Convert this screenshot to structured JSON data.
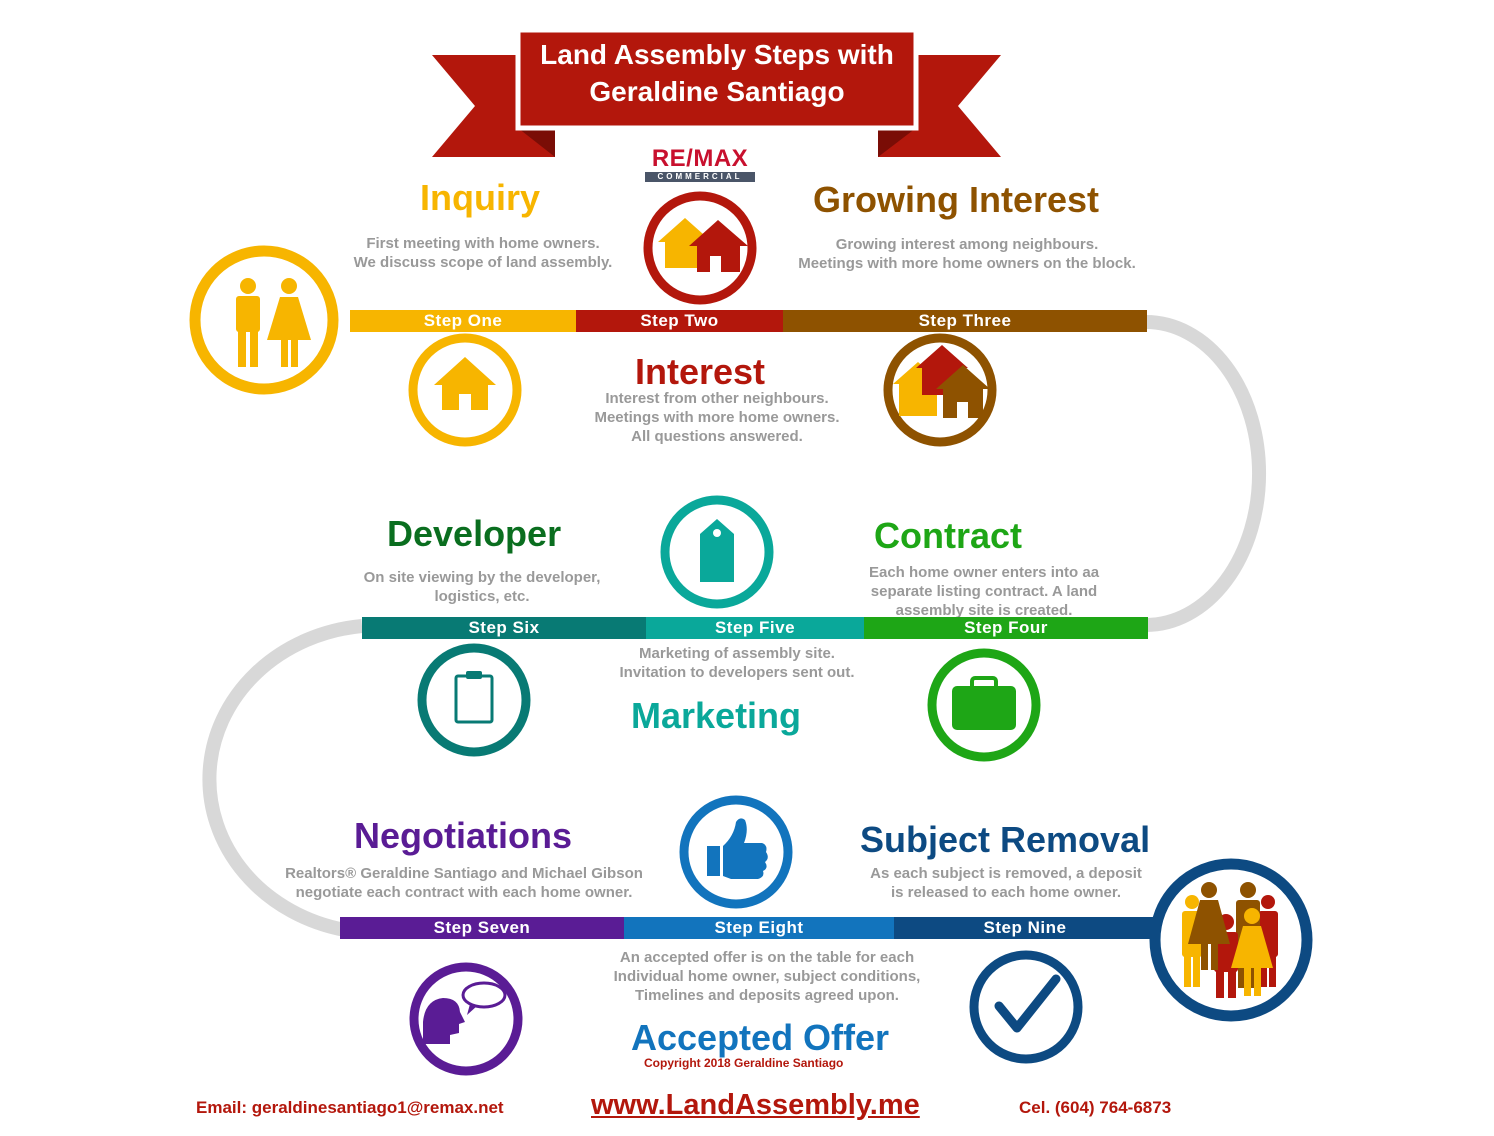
{
  "title": "Land Assembly Steps with Geraldine Santiago",
  "logo": {
    "main": "RE/MAX",
    "sub": "COMMERCIAL"
  },
  "steps": [
    {
      "num_label": "Step One",
      "title": "Inquiry",
      "lines": [
        "First meeting with home owners.",
        "We discuss scope of land assembly."
      ],
      "icon": "couple-icon",
      "color": "#f7b500"
    },
    {
      "num_label": "Step Two",
      "title": "Interest",
      "lines": [
        "Interest from other neighbours.",
        "Meetings with more home owners.",
        "All questions answered."
      ],
      "icon": "two-houses-icon",
      "color": "#b3170c"
    },
    {
      "num_label": "Step Three",
      "title": "Growing Interest",
      "lines": [
        "Growing interest among neighbours.",
        "Meetings with more home owners on the block."
      ],
      "icon": "three-houses-icon",
      "color": "#8e5200"
    },
    {
      "num_label": "Step Four",
      "title": "Contract",
      "lines": [
        "Each home owner enters into aa",
        "separate listing contract. A land",
        "assembly site is created."
      ],
      "icon": "briefcase-icon",
      "color": "#1ea616"
    },
    {
      "num_label": "Step Five",
      "title": "Marketing",
      "lines": [
        "Marketing of assembly site.",
        "Invitation to developers sent out."
      ],
      "icon": "tag-icon",
      "color": "#0aa89a"
    },
    {
      "num_label": "Step Six",
      "title": "Developer",
      "lines": [
        "On site viewing by the developer,",
        "logistics, etc."
      ],
      "icon": "clipboard-icon",
      "color": "#087a74"
    },
    {
      "num_label": "Step Seven",
      "title": "Negotiations",
      "lines": [
        "Realtors® Geraldine Santiago and Michael Gibson",
        "negotiate each contract with each home owner."
      ],
      "icon": "speech-head-icon",
      "color": "#5a1c95"
    },
    {
      "num_label": "Step Eight",
      "title": "Accepted Offer",
      "lines": [
        "An accepted offer is on the table for each",
        "Individual home owner, subject conditions,",
        "Timelines and deposits agreed upon."
      ],
      "icon": "thumbs-up-icon",
      "color": "#1274bd"
    },
    {
      "num_label": "Step Nine",
      "title": "Subject Removal",
      "lines": [
        "As each subject is removed, a deposit",
        "is released to each home owner."
      ],
      "icon": "checkmark-icon",
      "color": "#0d4a82"
    }
  ],
  "copyright": "Copyright 2018 Geraldine Santiago",
  "footer": {
    "email_label": "Email:",
    "email": "geraldinesantiago1@remax.net",
    "website": "www.LandAssembly.me",
    "phone": "Cel. (604) 764-6873"
  },
  "colors": {
    "banner": "#b3170c",
    "path": "#d8d8d8",
    "description": "#999999"
  }
}
